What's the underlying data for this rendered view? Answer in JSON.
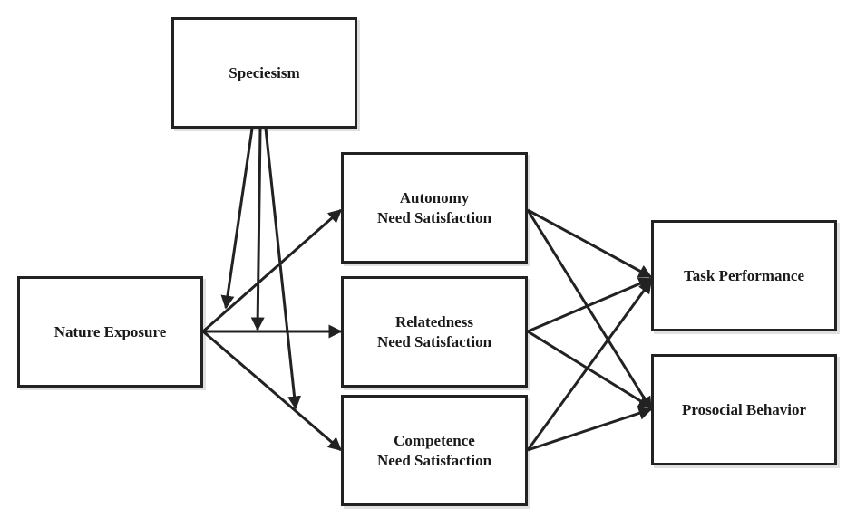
{
  "nodes": {
    "speciesism": "Speciesism",
    "nature_exposure": "Nature Exposure",
    "autonomy": "Autonomy\nNeed Satisfaction",
    "relatedness": "Relatedness\nNeed Satisfaction",
    "competence": "Competence\nNeed Satisfaction",
    "task_performance": "Task Performance",
    "prosocial_behavior": "Prosocial Behavior"
  },
  "edges": [
    {
      "from": "nature_exposure",
      "to": "autonomy"
    },
    {
      "from": "nature_exposure",
      "to": "relatedness"
    },
    {
      "from": "nature_exposure",
      "to": "competence"
    },
    {
      "from": "speciesism",
      "to": "nature_exposure → autonomy path"
    },
    {
      "from": "speciesism",
      "to": "nature_exposure → relatedness path"
    },
    {
      "from": "speciesism",
      "to": "nature_exposure → competence path"
    },
    {
      "from": "autonomy",
      "to": "task_performance"
    },
    {
      "from": "autonomy",
      "to": "prosocial_behavior"
    },
    {
      "from": "relatedness",
      "to": "task_performance"
    },
    {
      "from": "relatedness",
      "to": "prosocial_behavior"
    },
    {
      "from": "competence",
      "to": "task_performance"
    },
    {
      "from": "competence",
      "to": "prosocial_behavior"
    }
  ],
  "colors": {
    "stroke": "#222222",
    "text": "#1a1a1a",
    "background": "#ffffff"
  }
}
